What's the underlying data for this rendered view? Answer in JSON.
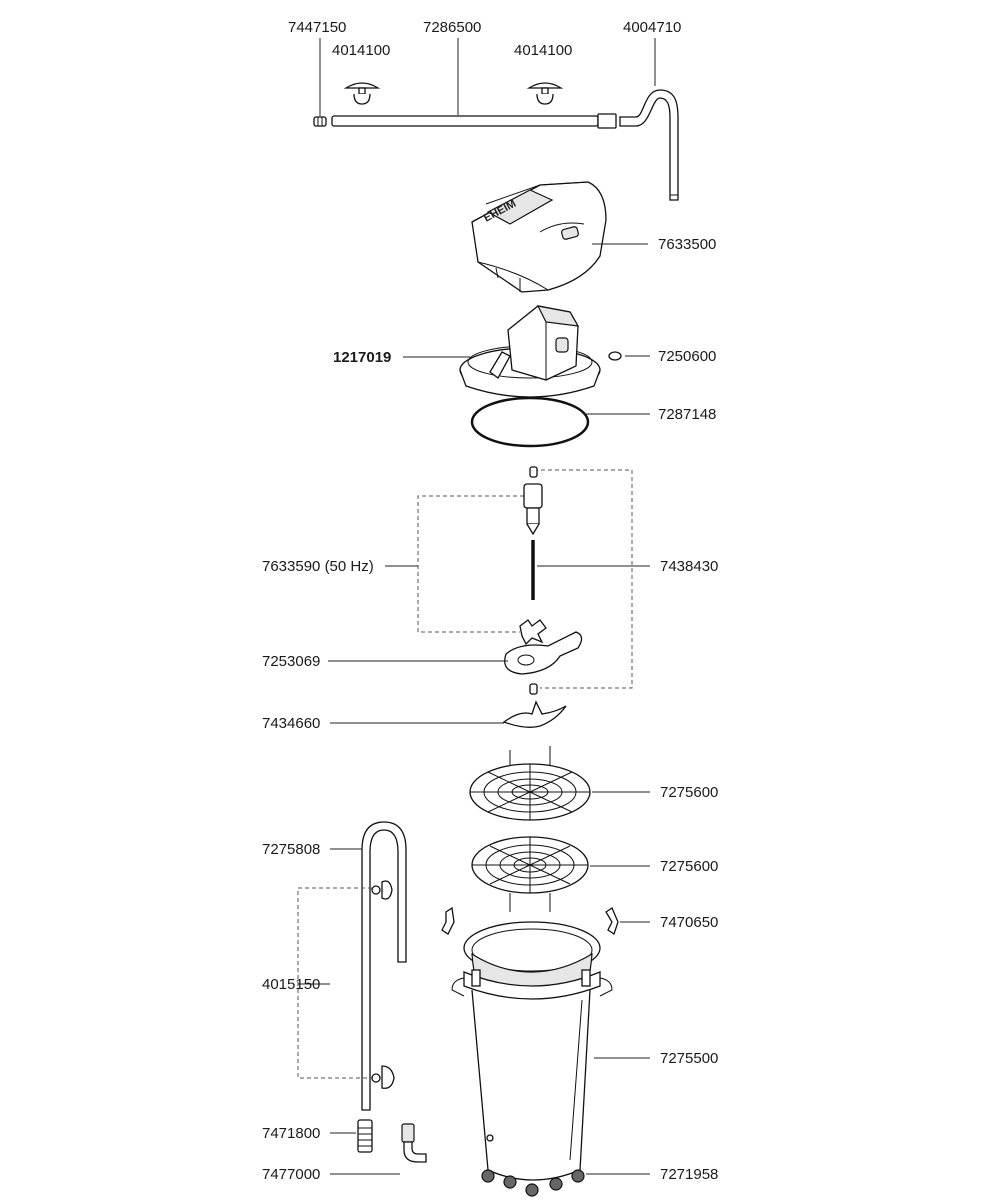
{
  "diagram": {
    "labels": {
      "p7447150": "7447150",
      "p7286500": "7286500",
      "p4004710": "4004710",
      "p4014100_left": "4014100",
      "p4014100_right": "4014100",
      "p7633500": "7633500",
      "p1217019": "1217019",
      "p7250600": "7250600",
      "p7287148": "7287148",
      "p7633590": "7633590 (50 Hz)",
      "p7438430": "7438430",
      "p7253069": "7253069",
      "p7434660": "7434660",
      "p7275600_top": "7275600",
      "p7275600_bottom": "7275600",
      "p7275808": "7275808",
      "p7470650": "7470650",
      "p4015150": "4015150",
      "p7275500": "7275500",
      "p7471800": "7471800",
      "p7477000": "7477000",
      "p7271958": "7271958"
    },
    "brand_mark": "EHEIM"
  }
}
